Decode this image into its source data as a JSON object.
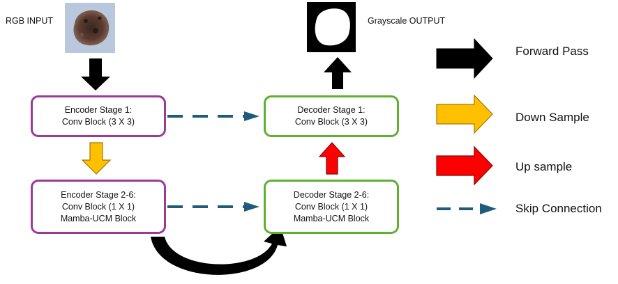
{
  "labels": {
    "input": "RGB INPUT",
    "output": "Grayscale OUTPUT"
  },
  "blocks": {
    "encoder_stage1": [
      "Encoder Stage 1:",
      "Conv Block (3 X 3)"
    ],
    "encoder_stage2_6": [
      "Encoder Stage 2-6:",
      "Conv Block (1 X 1)",
      "Mamba-UCM Block"
    ],
    "decoder_stage1": [
      "Decoder Stage 1:",
      "Conv Block (3 X 3)"
    ],
    "decoder_stage2_6": [
      "Decoder Stage 2-6:",
      "Conv Block (1 X 1)",
      "Mamba-UCM Block"
    ]
  },
  "legend": [
    {
      "label": "Forward Pass",
      "icon": "black-arrow-icon",
      "color": "#000000"
    },
    {
      "label": "Down Sample",
      "icon": "yellow-arrow-icon",
      "color": "#ffc000"
    },
    {
      "label": "Up sample",
      "icon": "red-arrow-icon",
      "color": "#ff0000"
    },
    {
      "label": "Skip Connection",
      "icon": "dashed-arrow-icon",
      "color": "#1f5b7a"
    }
  ],
  "colors": {
    "encoder_border": "#9b3a9b",
    "decoder_border": "#5fb032",
    "skip": "#1f5b7a",
    "down": "#ffc000",
    "up": "#ff0000",
    "forward": "#000000"
  }
}
